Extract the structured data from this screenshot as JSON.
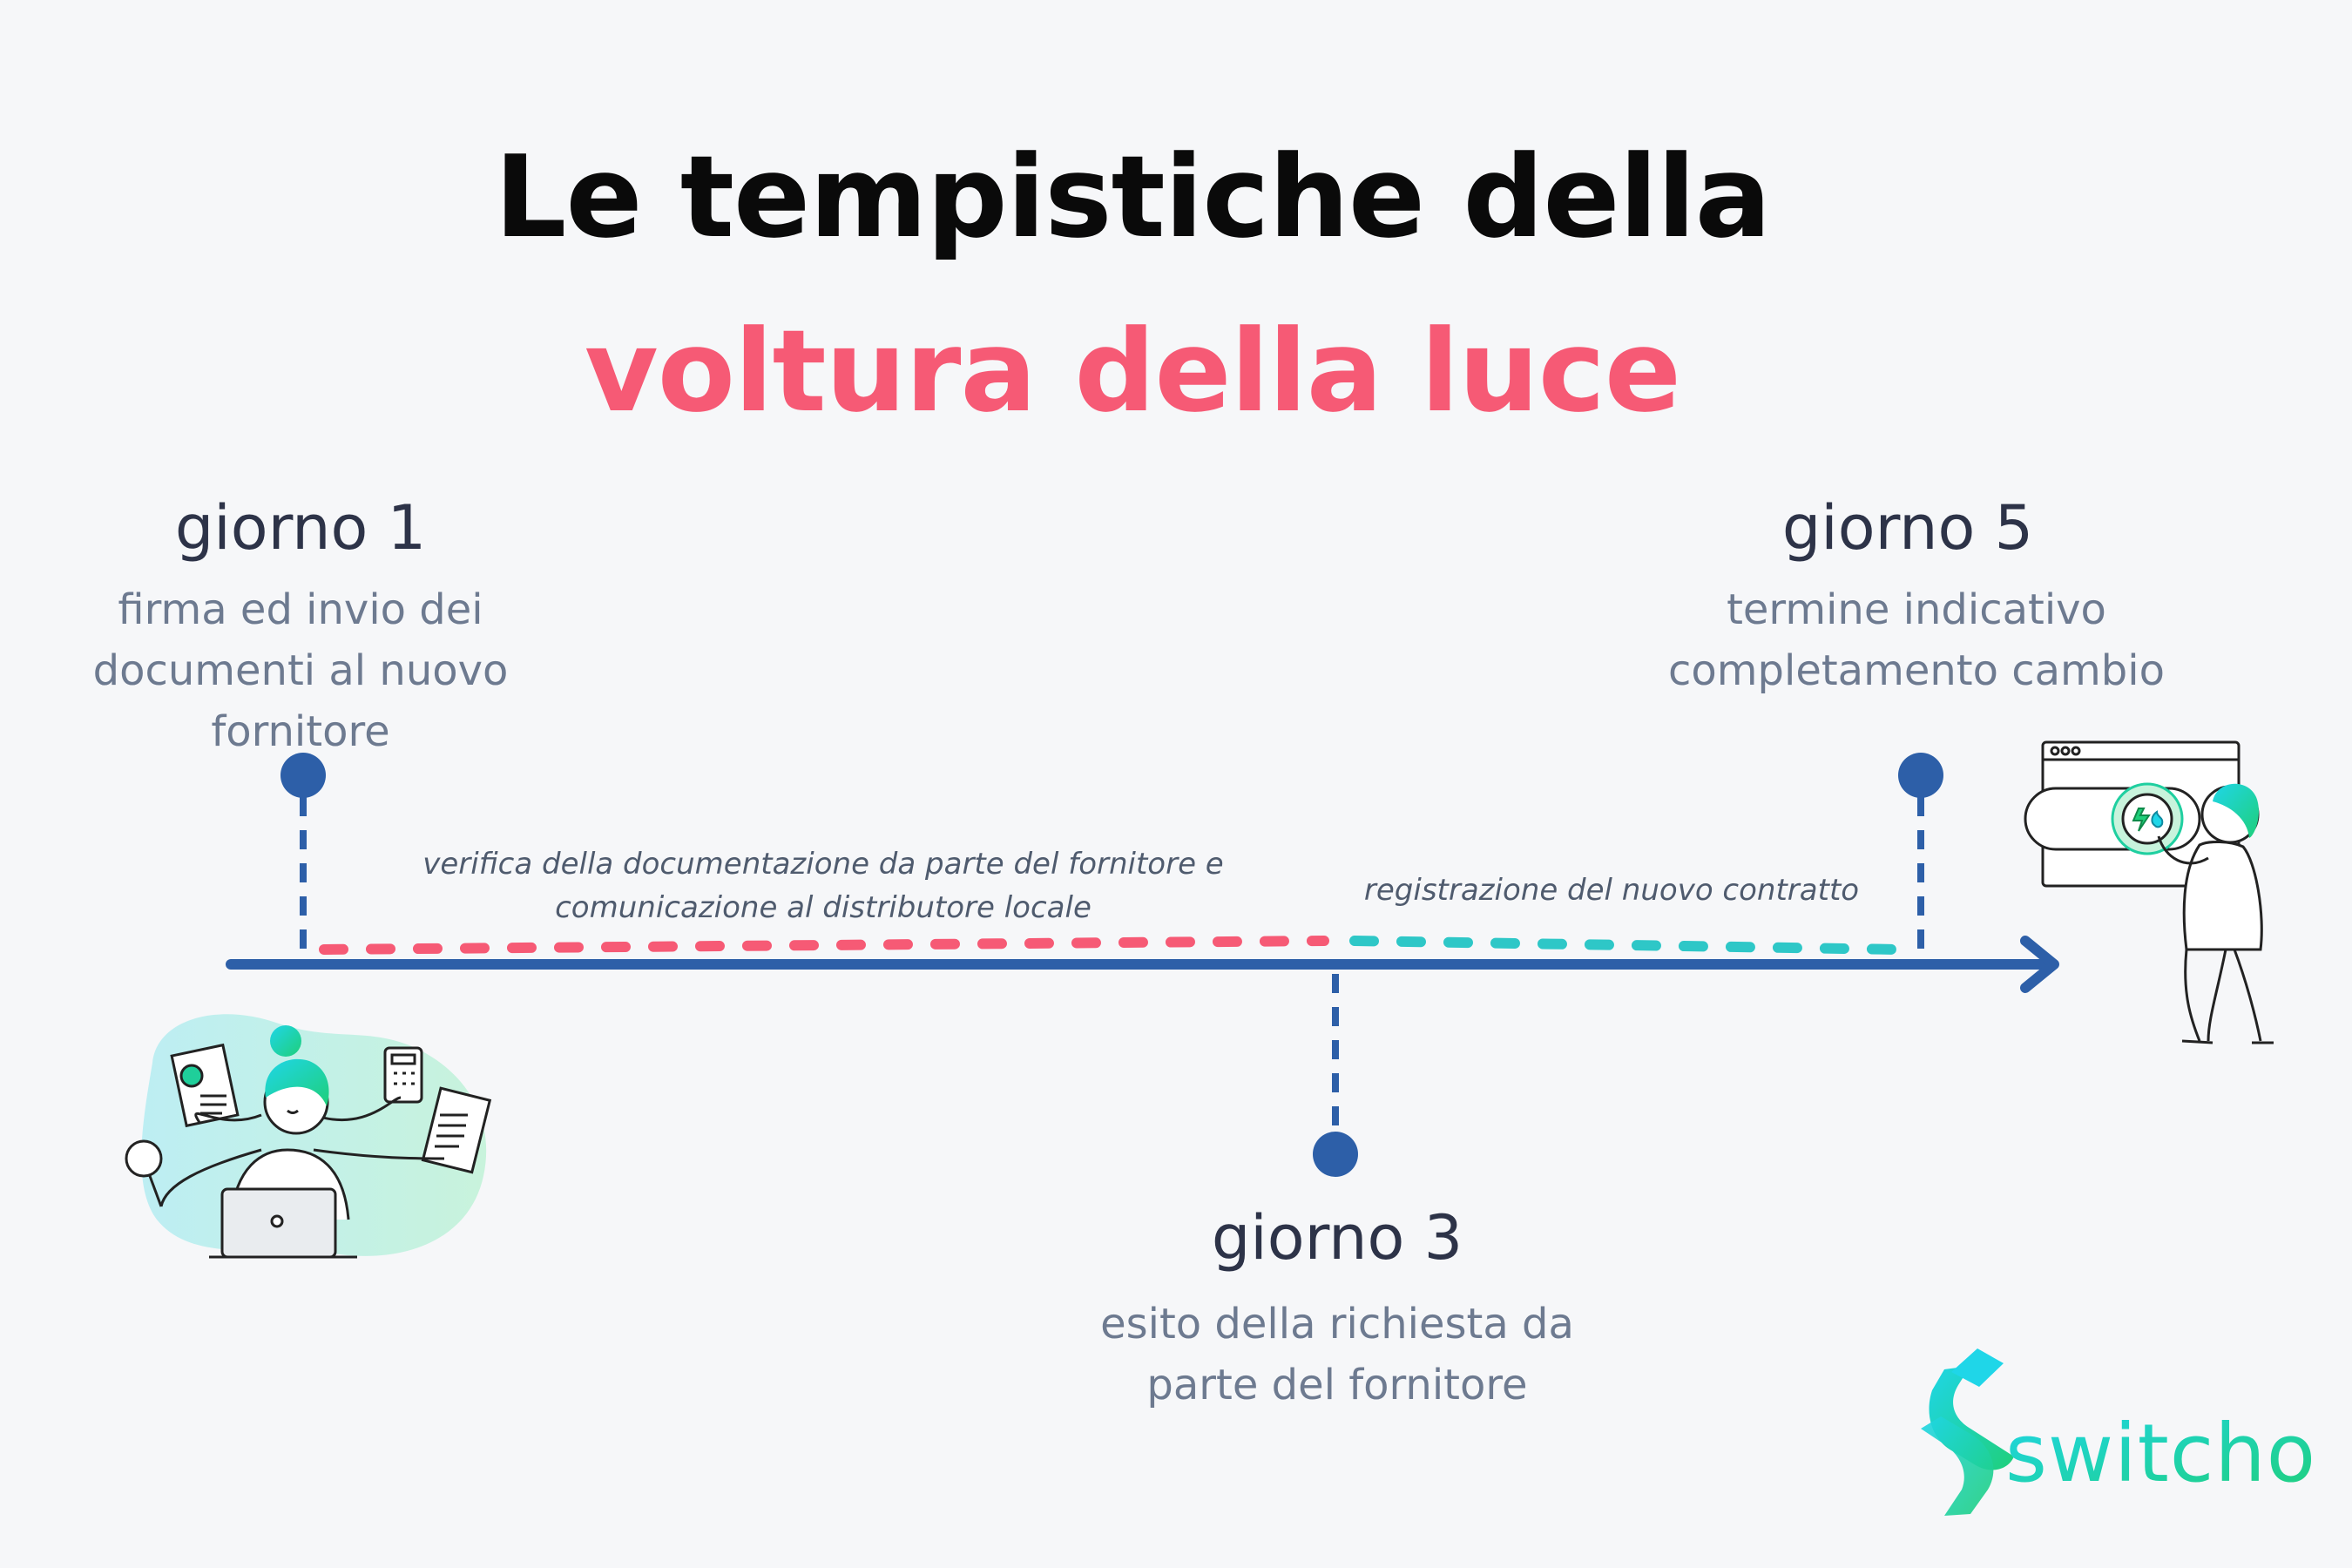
{
  "title": {
    "line1": "Le tempistiche della",
    "line2": "voltura della luce"
  },
  "milestones": [
    {
      "title": "giorno 1",
      "description": "firma ed invio dei\ndocumenti al nuovo\nfornitore"
    },
    {
      "title": "giorno 3",
      "description": "esito della richiesta da\nparte del fornitore"
    },
    {
      "title": "giorno 5",
      "description": "termine indicativo\ncompletamento cambio"
    }
  ],
  "phases": [
    {
      "label": "verifica della documentazione da parte del fornitore e\ncomunicazione al distributore locale",
      "color": "#f65a75"
    },
    {
      "label": "registrazione del nuovo contratto",
      "color": "#2ec7c7"
    }
  ],
  "colors": {
    "axis": "#2d5fa8",
    "title_accent": "#f65a75",
    "brand_start": "#1fcfe0",
    "brand_end": "#1fcf7a"
  },
  "logo": {
    "text": "switcho"
  }
}
